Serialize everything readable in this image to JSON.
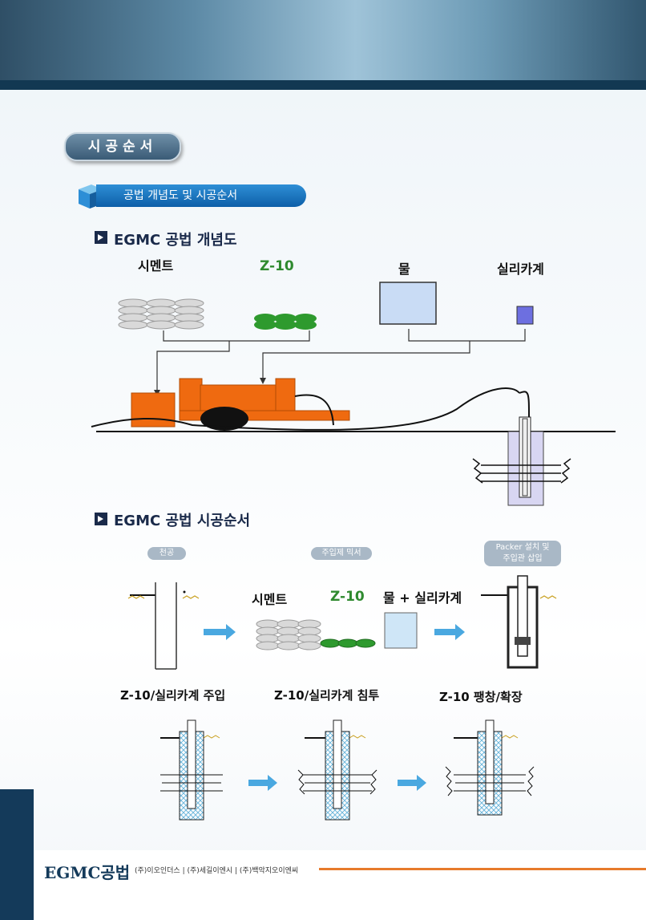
{
  "section_title": "시공순서",
  "subsection_title": "공법 개념도 및 시공순서",
  "concept": {
    "heading": "EGMC 공법 개념도",
    "labels": {
      "cement": "시멘트",
      "z10": "Z-10",
      "water": "물",
      "silica": "실리카계"
    }
  },
  "procedure": {
    "heading": "EGMC 공법 시공순서",
    "tags": {
      "drill": "천공",
      "mixer": "주입제 믹서",
      "packer_line1": "Packer 설치 및",
      "packer_line2": "주입관 삽입"
    },
    "labels": {
      "cement": "시멘트",
      "z10": "Z-10",
      "water_silica": "물 + 실리카계"
    },
    "steps": [
      "Z-10/실리카계 주입",
      "Z-10/실리카계 침투",
      "Z-10 팽창/확장"
    ]
  },
  "footer": {
    "brand": "EGMC공법",
    "companies": "(주)이오인더스  |  (주)세길이엔시  |  (주)백악지오이엔씨"
  },
  "colors": {
    "accent_blue": "#0d5fa8",
    "orange": "#e77a2b",
    "machine": "#ef6a10"
  }
}
